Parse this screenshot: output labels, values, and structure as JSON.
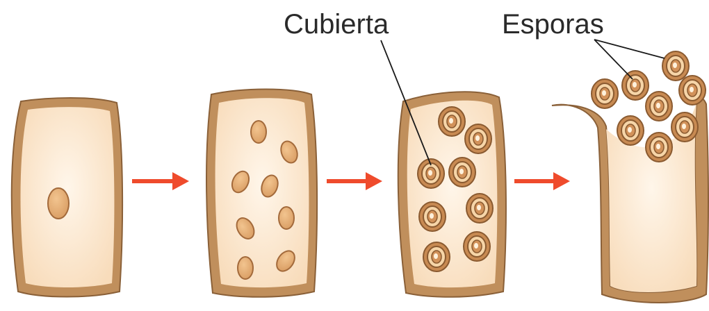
{
  "labels": {
    "cover": "Cubierta",
    "spores": "Esporas"
  },
  "colors": {
    "wall": "#c08f5c",
    "wall_edge": "#8a6038",
    "cytoplasm": "#fbe3c6",
    "cytoplasm_center": "#fff4e6",
    "arrow": "#ef4b2c",
    "spore_fill": "#e8b27a",
    "spore_ring": "#a36a3b",
    "leader": "#1a1a1a"
  },
  "stages": [
    {
      "name": "cell-one-nucleus"
    },
    {
      "name": "cell-many-nuclei"
    },
    {
      "name": "cell-with-spores"
    },
    {
      "name": "cell-releasing-spores"
    }
  ]
}
